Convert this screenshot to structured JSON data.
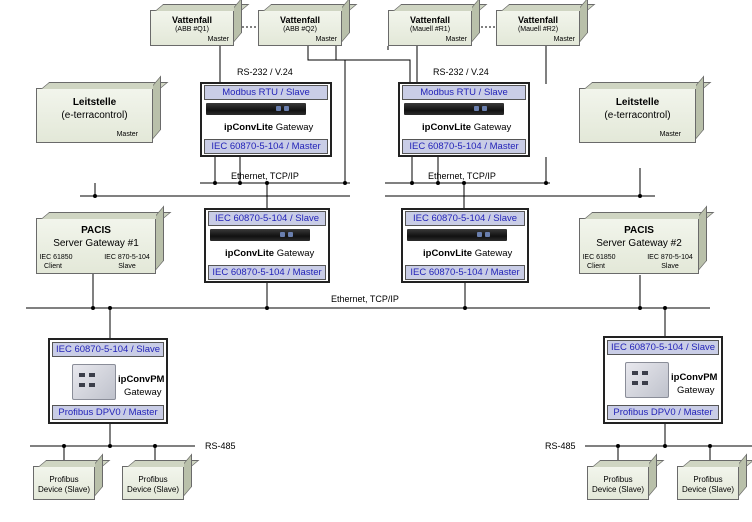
{
  "vattenfall": [
    {
      "title": "Vattenfall",
      "sub": "(ABB #Q1)",
      "role": "Master"
    },
    {
      "title": "Vattenfall",
      "sub": "(ABB #Q2)",
      "role": "Master"
    },
    {
      "title": "Vattenfall",
      "sub": "(Mauell #R1)",
      "role": "Master"
    },
    {
      "title": "Vattenfall",
      "sub": "(Mauell #R2)",
      "role": "Master"
    }
  ],
  "serial_label": "RS-232 / V.24",
  "leitstelle": [
    {
      "title": "Leitstelle",
      "sub": "(e-terracontrol)",
      "role": "Master"
    },
    {
      "title": "Leitstelle",
      "sub": "(e-terracontrol)",
      "role": "Master"
    }
  ],
  "ipconvlite_top": [
    {
      "top": "Modbus RTU / Slave",
      "name_bold": "ipConvLite",
      "name_rest": " Gateway",
      "bottom": "IEC 60870-5-104 / Master"
    },
    {
      "top": "Modbus RTU / Slave",
      "name_bold": "ipConvLite",
      "name_rest": " Gateway",
      "bottom": "IEC 60870-5-104 / Master"
    }
  ],
  "ethernet_label": "Ethernet, TCP/IP",
  "ipconvlite_mid": [
    {
      "top": "IEC 60870-5-104 / Slave",
      "name_bold": "ipConvLite",
      "name_rest": " Gateway",
      "bottom": "IEC 60870-5-104 / Master"
    },
    {
      "top": "IEC 60870-5-104 / Slave",
      "name_bold": "ipConvLite",
      "name_rest": " Gateway",
      "bottom": "IEC 60870-5-104 / Master"
    }
  ],
  "pacis": [
    {
      "title": "PACIS",
      "sub": "Server Gateway #1",
      "left1": "IEC 61850",
      "left2": "Client",
      "right1": "IEC 870-5-104",
      "right2": "Slave"
    },
    {
      "title": "PACIS",
      "sub": "Server Gateway #2",
      "left1": "IEC 61850",
      "left2": "Client",
      "right1": "IEC 870-5-104",
      "right2": "Slave"
    }
  ],
  "ipconvpm": [
    {
      "top": "IEC 60870-5-104 / Slave",
      "name": "ipConvPM",
      "sub": "Gateway",
      "bottom": "Profibus DPV0 / Master"
    },
    {
      "top": "IEC 60870-5-104 / Slave",
      "name": "ipConvPM",
      "sub": "Gateway",
      "bottom": "Profibus DPV0 / Master"
    }
  ],
  "rs485_label": "RS-485",
  "profibus": [
    {
      "l1": "Profibus",
      "l2": "Device (Slave)"
    },
    {
      "l1": "Profibus",
      "l2": "Device (Slave)"
    },
    {
      "l1": "Profibus",
      "l2": "Device (Slave)"
    },
    {
      "l1": "Profibus",
      "l2": "Device (Slave)"
    }
  ],
  "colors": {
    "protocol_text": "#2323b8",
    "protocol_fill": "#c9cde6",
    "box_fill": "#e9eddf",
    "line": "#000000"
  }
}
